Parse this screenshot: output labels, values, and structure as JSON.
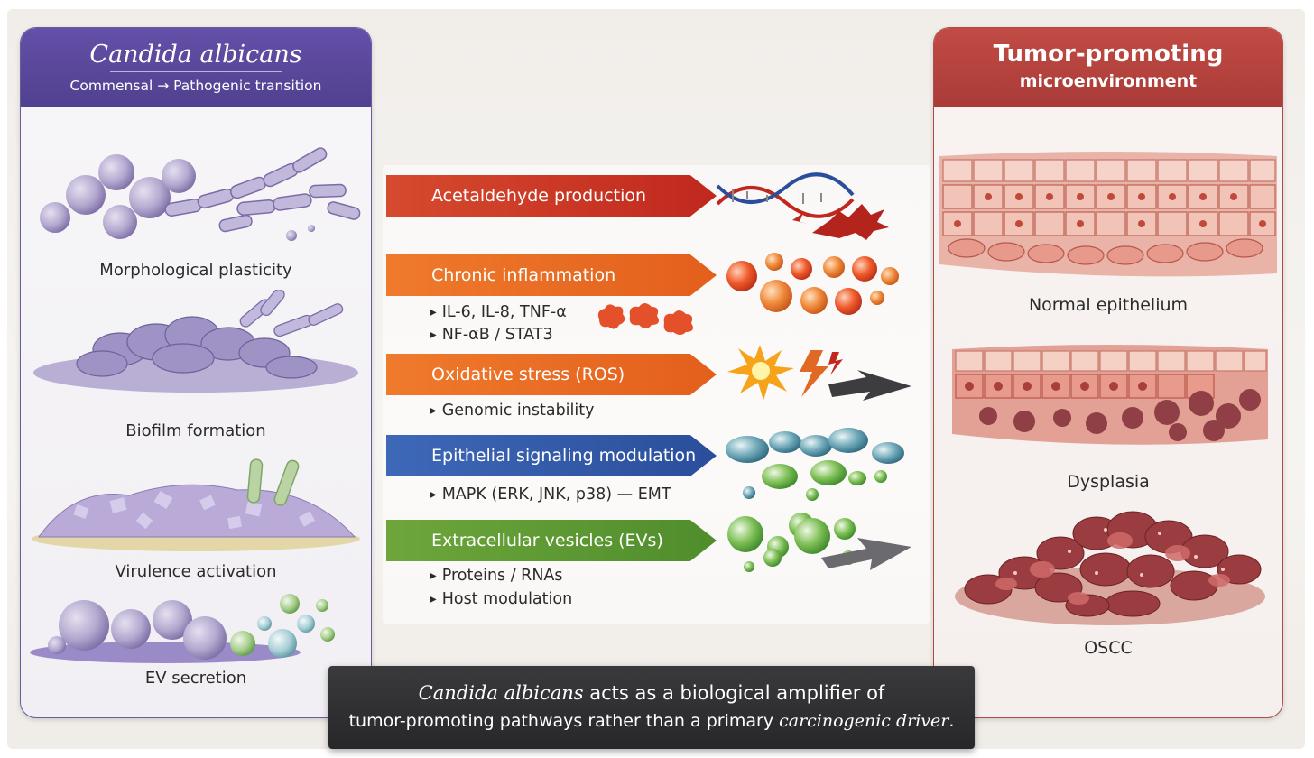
{
  "left_panel": {
    "title": "Candida albicans",
    "subtitle": "Commensal → Pathogenic transition",
    "stages": [
      {
        "label": "Morphological plasticity"
      },
      {
        "label": "Biofilm formation"
      },
      {
        "label": "Virulence activation"
      },
      {
        "label": "EV secretion"
      }
    ]
  },
  "mechanisms": [
    {
      "label": "Acetaldehyde production",
      "color": "#c0281e",
      "details": []
    },
    {
      "label": "Chronic inflammation",
      "color": "#e35f1c",
      "details": [
        "IL-6, IL-8, TNF-α",
        "NF-αB / STAT3"
      ]
    },
    {
      "label": "Oxidative stress (ROS)",
      "color": "#e35f1c",
      "details": [
        "Genomic instability"
      ]
    },
    {
      "label": "Epithelial signaling modulation",
      "color": "#2a4e9b",
      "details": [
        "MAPK (ERK, JNK, p38) — EMT"
      ]
    },
    {
      "label": "Extracellular vesicles (EVs)",
      "color": "#4f8d2c",
      "details": [
        "Proteins / RNAs",
        "Host modulation"
      ]
    }
  ],
  "right_panel": {
    "title": "Tumor-promoting",
    "subtitle": "microenvironment",
    "stages": [
      {
        "label": "Normal epithelium"
      },
      {
        "label": "Dysplasia"
      },
      {
        "label": "OSCC"
      }
    ]
  },
  "caption": {
    "line1_italic": "Candida albicans",
    "line1_rest": " acts as a biological amplifier of",
    "line2_start": "tumor-promoting pathways rather than a primary ",
    "line2_italic": "carcinogenic driver",
    "line2_end": "."
  },
  "colors": {
    "left_header": "#5a47a0",
    "right_header": "#b8433e",
    "caption_bg": "#2f2f32"
  }
}
